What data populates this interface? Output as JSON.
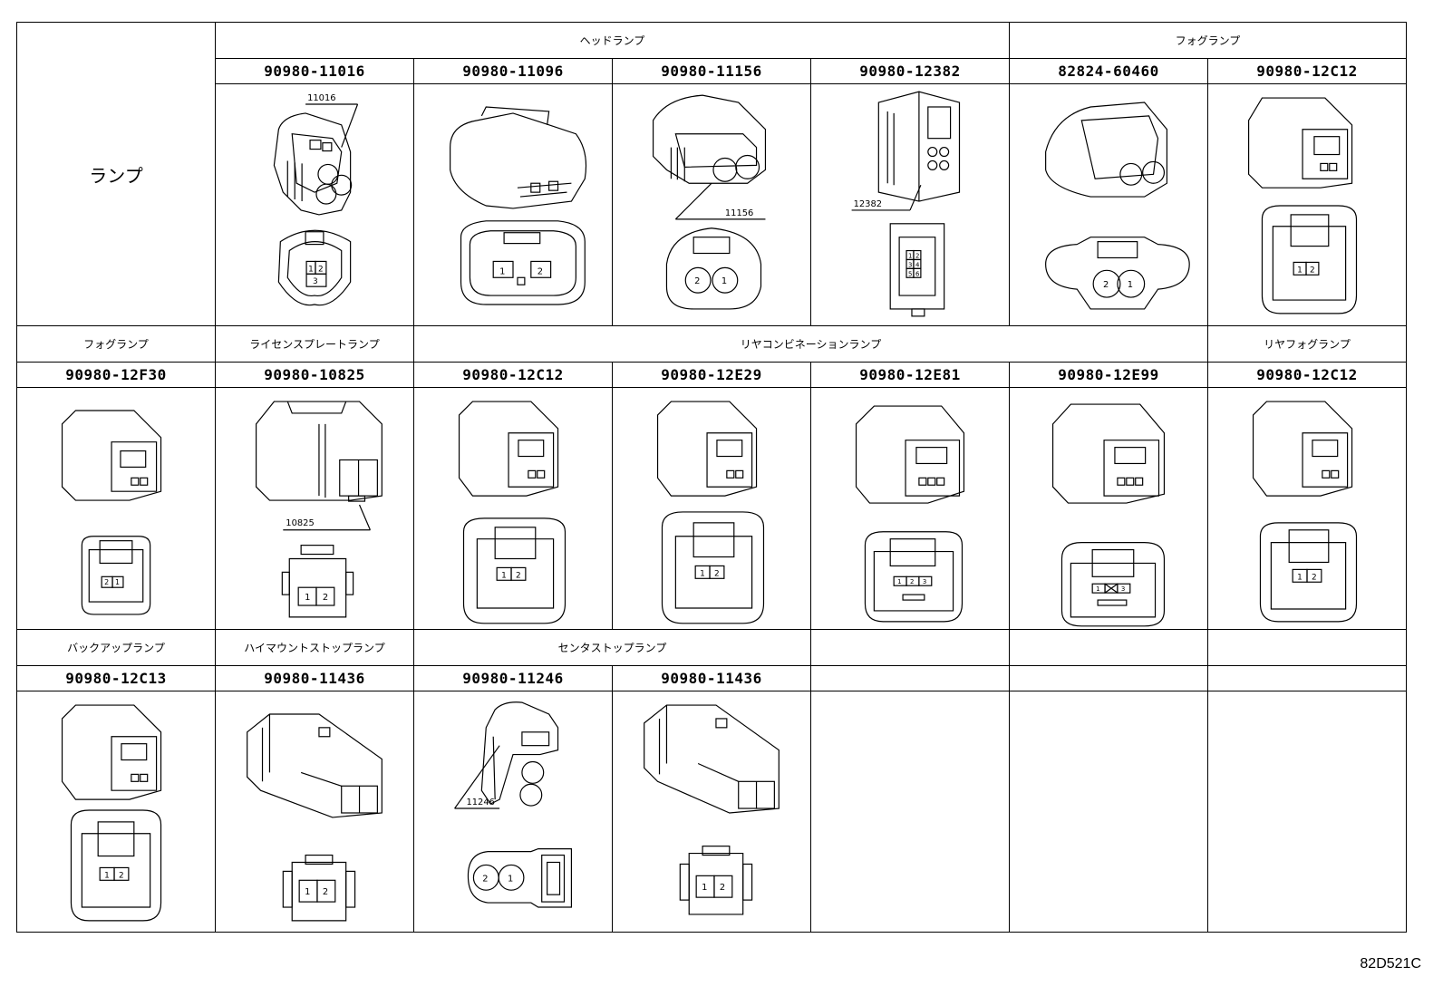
{
  "title": "ランプ",
  "figure_code": "82D521C",
  "rows": [
    {
      "bands": [
        {
          "label": "ヘッドランプ"
        },
        {
          "label": "フォグランプ"
        }
      ],
      "parts": [
        {
          "pn": "90980-11016",
          "callout": "11016",
          "pins": [
            "1",
            "2",
            "3"
          ]
        },
        {
          "pn": "90980-11096",
          "pins": [
            "1",
            "2"
          ]
        },
        {
          "pn": "90980-11156",
          "callout": "11156",
          "pins": [
            "2",
            "1"
          ]
        },
        {
          "pn": "90980-12382",
          "callout": "12382",
          "pins": [
            "1",
            "2",
            "3",
            "4",
            "5",
            "6"
          ]
        },
        {
          "pn": "82824-60460",
          "pins": [
            "2",
            "1"
          ]
        },
        {
          "pn": "90980-12C12",
          "pins": [
            "1",
            "2"
          ]
        }
      ]
    },
    {
      "bands": [
        {
          "label": "フォグランプ"
        },
        {
          "label": "ライセンスプレートランプ"
        },
        {
          "label": "リヤコンビネーションランプ"
        },
        {
          "label": "リヤフォグランプ"
        }
      ],
      "parts": [
        {
          "pn": "90980-12F30",
          "pins": [
            "2",
            "1"
          ]
        },
        {
          "pn": "90980-10825",
          "callout": "10825",
          "pins": [
            "1",
            "2"
          ]
        },
        {
          "pn": "90980-12C12",
          "pins": [
            "1",
            "2"
          ]
        },
        {
          "pn": "90980-12E29",
          "pins": [
            "1",
            "2"
          ]
        },
        {
          "pn": "90980-12E81",
          "pins": [
            "1",
            "2",
            "3"
          ]
        },
        {
          "pn": "90980-12E99",
          "pins": [
            "1",
            "3"
          ]
        },
        {
          "pn": "90980-12C12",
          "pins": [
            "1",
            "2"
          ]
        }
      ]
    },
    {
      "bands": [
        {
          "label": "バックアップランプ"
        },
        {
          "label": "ハイマウントストップランプ"
        },
        {
          "label": "センタストップランプ"
        }
      ],
      "parts": [
        {
          "pn": "90980-12C13",
          "pins": [
            "1",
            "2"
          ]
        },
        {
          "pn": "90980-11436",
          "pins": [
            "1",
            "2"
          ]
        },
        {
          "pn": "90980-11246",
          "callout": "11246",
          "pins": [
            "2",
            "1"
          ]
        },
        {
          "pn": "90980-11436",
          "pins": [
            "1",
            "2"
          ]
        }
      ]
    }
  ]
}
